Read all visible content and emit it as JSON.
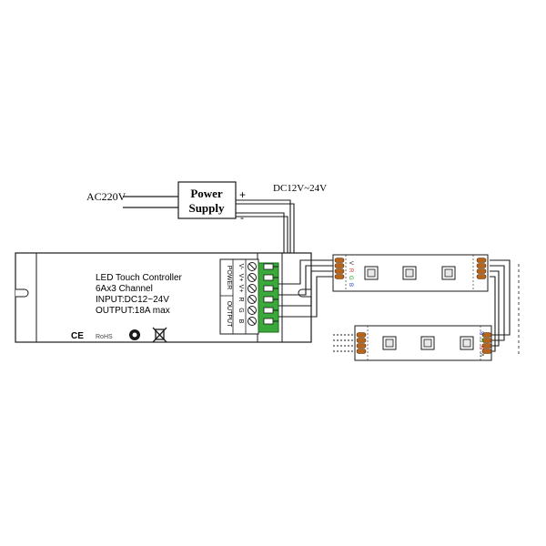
{
  "ac_input": {
    "label": "AC220V"
  },
  "power_supply": {
    "line1": "Power",
    "line2": "Supply",
    "plus": "+",
    "minus": "-"
  },
  "dc_output": {
    "label": "DC12V~24V"
  },
  "controller": {
    "title": "LED Touch Controller",
    "channels": "6Ax3 Channel",
    "input": "INPUT:DC12~24V",
    "output": "OUTPUT:18A max",
    "mark_ce": "CE",
    "mark_rohs": "RoHS"
  },
  "terminal": {
    "power_header": "POWER",
    "output_header": "OUTPUT",
    "labels": [
      "V-",
      "V+",
      "V+",
      "R",
      "G",
      "B"
    ]
  },
  "strip_top": {
    "pin_labels": [
      "V",
      "R",
      "G",
      "B"
    ]
  },
  "strip_bottom": {
    "pin_labels": [
      "V",
      "R",
      "G",
      "B"
    ]
  },
  "colors": {
    "line": "#1a1a1a",
    "terminal_green": "#3aa83a",
    "strip_pad": "#b5651d",
    "red": "#d22020",
    "green": "#1f9a1f",
    "blue": "#2040d0"
  }
}
